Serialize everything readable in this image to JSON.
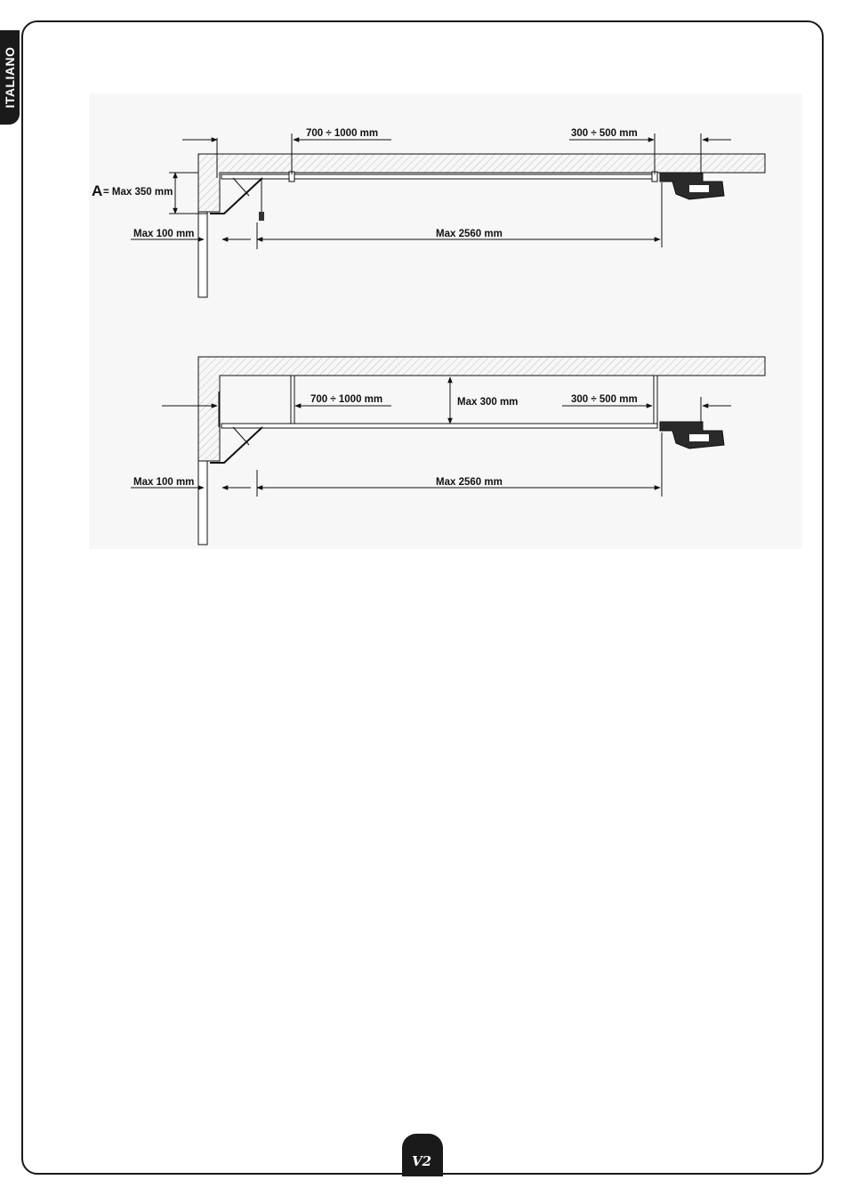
{
  "sidebar": {
    "language": "ITALIANO"
  },
  "footer": {
    "logo_text": "V2"
  },
  "figure1": {
    "label_a": "A",
    "label_a_value": "= Max 350 mm",
    "dim_front": "700 ÷ 1000 mm",
    "dim_rear": "300 ÷ 500 mm",
    "dim_wall": "Max 100 mm",
    "dim_rail": "Max 2560 mm"
  },
  "figure2": {
    "dim_front": "700 ÷ 1000 mm",
    "dim_drop": "Max 300 mm",
    "dim_rear": "300 ÷ 500 mm",
    "dim_wall": "Max 100 mm",
    "dim_rail": "Max 2560 mm"
  },
  "colors": {
    "ink": "#111111",
    "panel": "#f7f7f7",
    "hatch": "#c9c9c9"
  }
}
